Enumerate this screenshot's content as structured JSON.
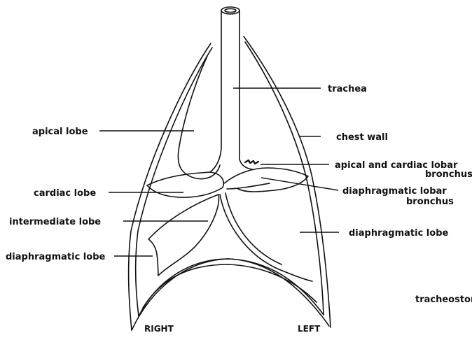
{
  "labels": {
    "trachea": "trachea",
    "apical_lobe": "apical lobe",
    "chest_wall": "chest wall",
    "apical_cardiac_bronchus_line1": "apical and cardiac lobar",
    "apical_cardiac_bronchus_line2": "bronchus",
    "cardiac_lobe": "cardiac lobe",
    "diaphragmatic_bronchus_line1": "diaphragmatic lobar",
    "diaphragmatic_bronchus_line2": "bronchus",
    "intermediate_lobe": "intermediate lobe",
    "diaphragmatic_lobe_left": "diaphragmatic lobe",
    "diaphragmatic_lobe_right": "diaphragmatic lobe",
    "tracheostomy": "tracheostor",
    "right": "RIGHT",
    "left": "LEFT"
  }
}
